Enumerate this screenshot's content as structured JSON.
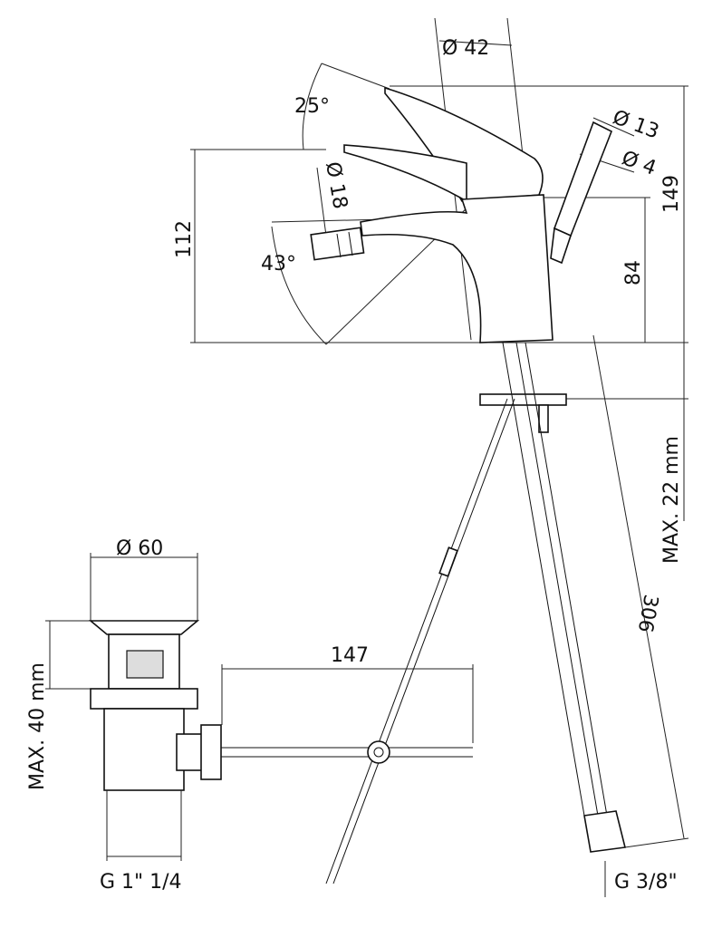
{
  "drawing": {
    "dimensions": {
      "spout_diameter": "Ø 42",
      "lever_angle": "25°",
      "hose_diameter": "Ø 13",
      "hose_inner_diameter": "Ø 4",
      "aerator_diameter": "Ø 18",
      "spout_height": "112",
      "total_height": "149",
      "aerator_angle": "43°",
      "body_height": "84",
      "max_deck_thickness": "MAX. 22 mm",
      "hose_length": "306",
      "waste_diameter": "Ø 60",
      "max_waste_height": "MAX. 40 mm",
      "rod_length": "147",
      "waste_thread": "G 1\" 1/4",
      "inlet_thread": "G 3/8\""
    },
    "line_color": "#111111"
  }
}
